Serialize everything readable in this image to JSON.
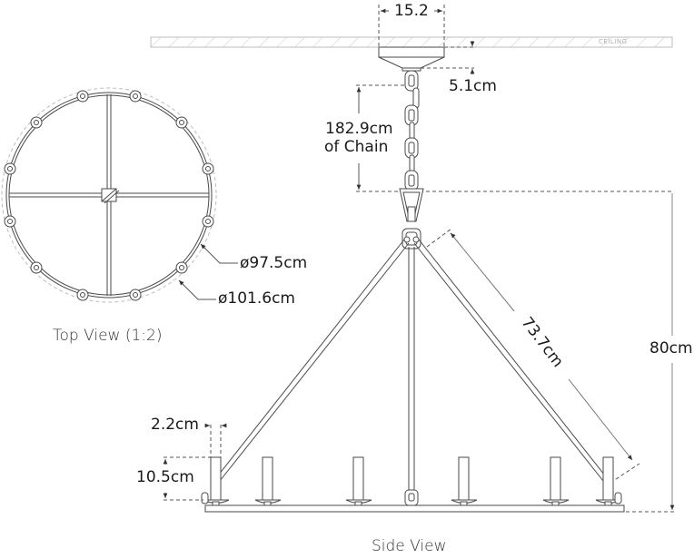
{
  "ceiling": {
    "label": "CEILING"
  },
  "dimensions": {
    "canopy_width": "15.2",
    "canopy_height": "5.1cm",
    "chain_length_line1": "182.9cm",
    "chain_length_line2": "of Chain",
    "arm_length": "73.7cm",
    "overall_height": "80cm",
    "candle_width": "2.2cm",
    "candle_height": "10.5cm",
    "inner_diameter": "ø97.5cm",
    "outer_diameter": "ø101.6cm"
  },
  "views": {
    "top_view": "Top View (1:2)",
    "side_view": "Side View"
  },
  "colors": {
    "line": "#4a4a4a",
    "dashed": "#555555",
    "light": "#bdbdbd",
    "text": "#1a1a1a"
  }
}
